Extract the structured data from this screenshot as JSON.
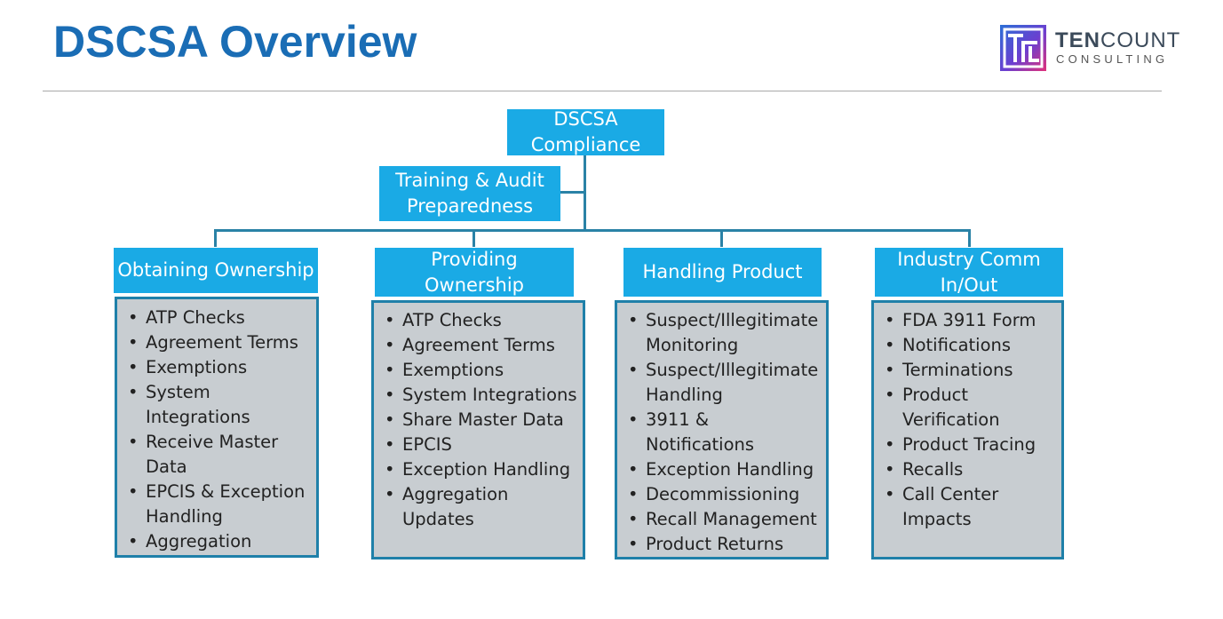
{
  "title": "DSCSA Overview",
  "logo": {
    "name_bold": "TEN",
    "name_rest": "COUNT",
    "sub": "CONSULTING"
  },
  "colors": {
    "title": "#1a6db5",
    "header_fill": "#1aaae5",
    "list_fill": "#c8cdd1",
    "list_border": "#1f80a9",
    "connector": "#2a82a6"
  },
  "root": {
    "line1": "DSCSA",
    "line2": "Compliance"
  },
  "training": {
    "line1": "Training & Audit",
    "line2": "Preparedness"
  },
  "columns": [
    {
      "header": "Obtaining Ownership",
      "items": [
        "ATP Checks",
        "Agreement Terms",
        "Exemptions",
        "System Integrations",
        "Receive Master Data",
        "EPCIS & Exception Handling",
        "Aggregation"
      ]
    },
    {
      "header": "Providing Ownership",
      "items": [
        "ATP Checks",
        "Agreement Terms",
        "Exemptions",
        "System Integrations",
        "Share Master Data",
        "EPCIS",
        "Exception Handling",
        "Aggregation Updates"
      ]
    },
    {
      "header": "Handling Product",
      "items": [
        "Suspect/Illegitimate Monitoring",
        "Suspect/Illegitimate Handling",
        "3911 & Notifications",
        "Exception Handling",
        "Decommissioning",
        "Recall Management",
        "Product Returns"
      ]
    },
    {
      "header_line1": "Industry Comm",
      "header_line2": "In/Out",
      "items": [
        "FDA 3911 Form",
        "Notifications",
        "Terminations",
        "Product Verification",
        "Product Tracing",
        "Recalls",
        "Call Center Impacts"
      ]
    }
  ]
}
